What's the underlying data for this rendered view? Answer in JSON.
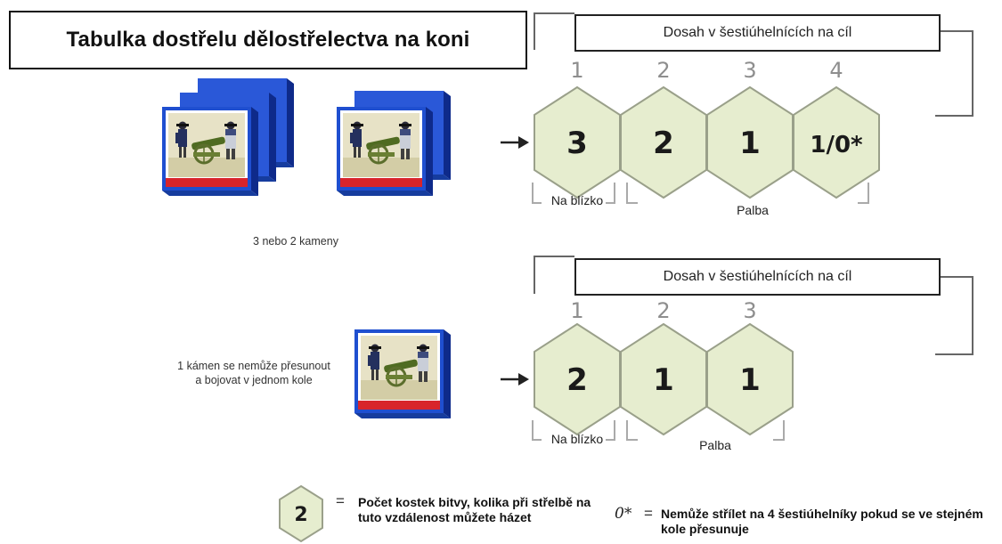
{
  "title": "Tabulka dostřelu dělostřelectva na koni",
  "upper": {
    "range_header": "Dosah v šestiúhelnících na cíl",
    "range_numbers": [
      "1",
      "2",
      "3",
      "4"
    ],
    "dice_values": [
      "3",
      "2",
      "1",
      "1/0*"
    ],
    "close_label": "Na blízko",
    "fire_label": "Palba",
    "units_caption": "3 nebo 2 kameny"
  },
  "lower": {
    "range_header": "Dosah v šestiúhelnících na cíl",
    "range_numbers": [
      "1",
      "2",
      "3"
    ],
    "dice_values": [
      "2",
      "1",
      "1"
    ],
    "close_label": "Na blízko",
    "fire_label": "Palba",
    "unit_caption": "1 kámen se nemůže přesunout a bojovat v jednom kole"
  },
  "legend": {
    "hex_example_value": "2",
    "equals": "=",
    "hex_explanation": "Počet kostek bitvy, kolika při střelbě na tuto vzdálenost můžete házet",
    "zero_symbol": "0*",
    "zero_explanation": "Nemůže střílet na 4 šestiúhelníky pokud se ve stejném kole přesunuje"
  },
  "colors": {
    "hex_fill": "#e6edcf",
    "hex_stroke": "#9aa08a",
    "range_digit": "#8e8e8e",
    "block_blue": "#1f4fd0",
    "block_dark": "#0e2a8a",
    "banner_red": "#d8242b"
  }
}
